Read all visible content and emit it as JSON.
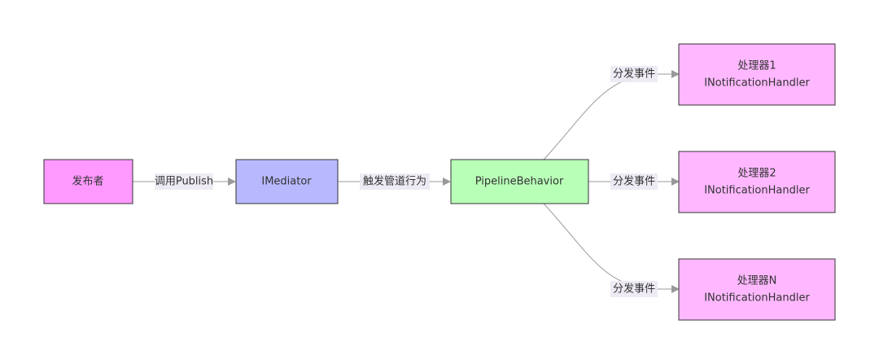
{
  "nodes": {
    "publisher": {
      "label": "发布者",
      "fill": "#ff99ff"
    },
    "mediator": {
      "label": "IMediator",
      "fill": "#b8b8ff"
    },
    "pipeline": {
      "label": "PipelineBehavior",
      "fill": "#b8ffb8"
    },
    "handler1": {
      "line1": "处理器1",
      "line2": "INotificationHandler",
      "fill": "#ffb8ff"
    },
    "handler2": {
      "line1": "处理器2",
      "line2": "INotificationHandler",
      "fill": "#ffb8ff"
    },
    "handlerN": {
      "line1": "处理器N",
      "line2": "INotificationHandler",
      "fill": "#ffb8ff"
    }
  },
  "edges": {
    "publish": {
      "label": "调用Publish"
    },
    "trigger": {
      "label": "触发管道行为"
    },
    "dispatch1": {
      "label": "分发事件"
    },
    "dispatch2": {
      "label": "分发事件"
    },
    "dispatchN": {
      "label": "分发事件"
    }
  },
  "colors": {
    "edge": "#999999",
    "border": "#333333",
    "label_bg": "#ece9f3"
  }
}
